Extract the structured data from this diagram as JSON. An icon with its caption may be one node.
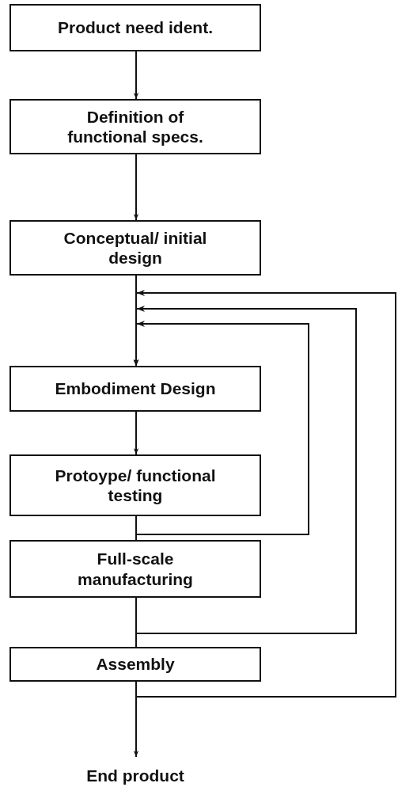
{
  "diagram": {
    "nodes": [
      {
        "text": [
          "Product need ident."
        ]
      },
      {
        "text": [
          "Definition of functional specs."
        ]
      },
      {
        "text": [
          "Conceptual/ initial design"
        ]
      },
      {
        "text": [
          "Embodiment Design"
        ]
      },
      {
        "text": [
          "Protoype/ functional testing"
        ]
      },
      {
        "text": [
          "Full-scale manufacturing"
        ]
      },
      {
        "text": [
          "Assembly"
        ]
      },
      {
        "text": [
          "End product"
        ]
      }
    ],
    "edges": [
      {
        "from": 0,
        "to": 1,
        "arrow": "to"
      },
      {
        "from": 1,
        "to": 2,
        "arrow": "to"
      },
      {
        "from": 2,
        "to": 3,
        "arrow": "to"
      },
      {
        "from": 3,
        "to": 4,
        "arrow": "to"
      },
      {
        "from": 4,
        "to": 5,
        "arrow": "none"
      },
      {
        "from": 5,
        "to": 6,
        "arrow": "none"
      },
      {
        "from": 6,
        "to": 7,
        "arrow": "to"
      },
      {
        "from": 4,
        "to": 3,
        "arrow": "to"
      },
      {
        "from": 5,
        "to": 3,
        "arrow": "to"
      },
      {
        "from": 6,
        "to": 3,
        "arrow": "to"
      }
    ]
  }
}
